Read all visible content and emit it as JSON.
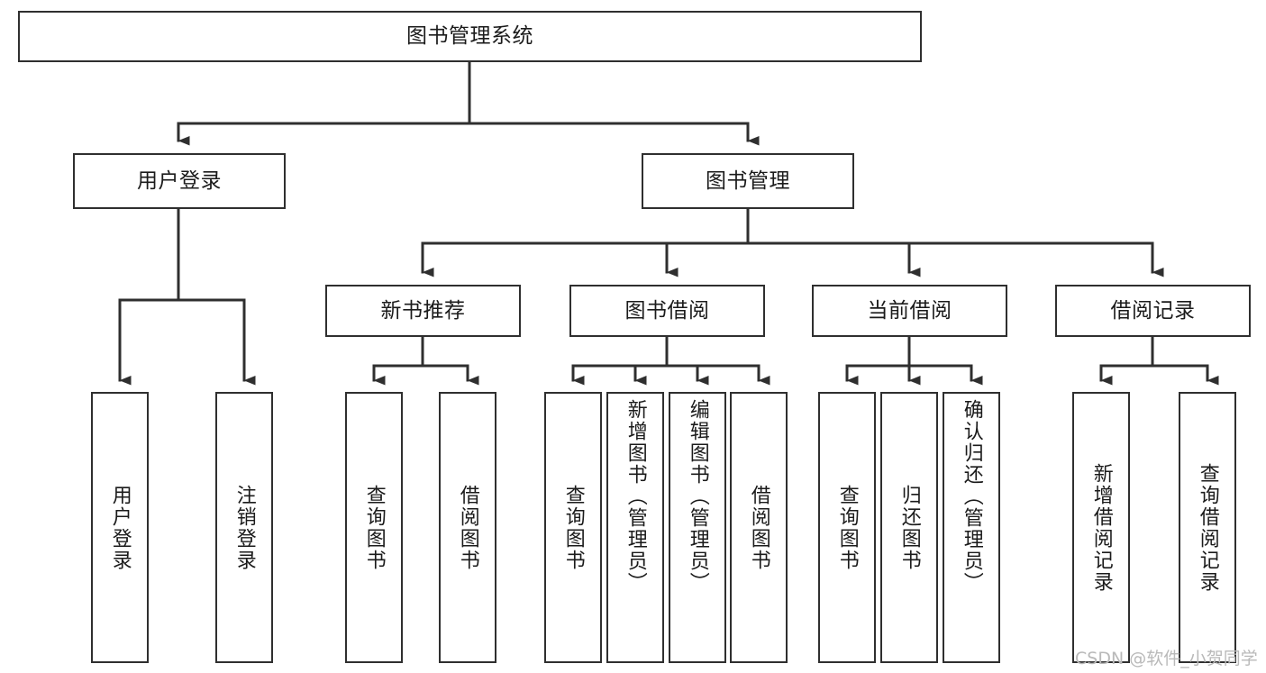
{
  "diagram": {
    "title": "图书管理系统",
    "type": "功能结构图",
    "watermark": "CSDN @软件_小贺同学",
    "colors": {
      "background": "#ffffff",
      "border": "#2f2f2f",
      "text": "#1b1b1b",
      "connector": "#2f2f2f",
      "watermark": "#b9b9b9"
    },
    "levels": {
      "root": {
        "label": "图书管理系统"
      },
      "level2": [
        {
          "id": "user-login",
          "label": "用户登录"
        },
        {
          "id": "book-management",
          "label": "图书管理"
        }
      ],
      "level3": [
        {
          "id": "new-book-recommend",
          "label": "新书推荐",
          "parent": "book-management"
        },
        {
          "id": "book-borrow",
          "label": "图书借阅",
          "parent": "book-management"
        },
        {
          "id": "current-borrow",
          "label": "当前借阅",
          "parent": "book-management"
        },
        {
          "id": "borrow-record",
          "label": "借阅记录",
          "parent": "book-management"
        }
      ],
      "leaves": {
        "user-login": [
          {
            "id": "leaf-user-login",
            "label": "用户登录"
          },
          {
            "id": "leaf-user-logout",
            "label": "注销登录"
          }
        ],
        "new-book-recommend": [
          {
            "id": "leaf-query-book-1",
            "label": "查询图书"
          },
          {
            "id": "leaf-borrow-book-1",
            "label": "借阅图书"
          }
        ],
        "book-borrow": [
          {
            "id": "leaf-query-book-2",
            "label": "查询图书"
          },
          {
            "id": "leaf-add-book",
            "label": "新增图书（管理员）"
          },
          {
            "id": "leaf-edit-book",
            "label": "编辑图书（管理员）"
          },
          {
            "id": "leaf-borrow-book-2",
            "label": "借阅图书"
          }
        ],
        "current-borrow": [
          {
            "id": "leaf-query-book-3",
            "label": "查询图书"
          },
          {
            "id": "leaf-return-book",
            "label": "归还图书"
          },
          {
            "id": "leaf-confirm-return",
            "label": "确认归还（管理员）"
          }
        ],
        "borrow-record": [
          {
            "id": "leaf-add-record",
            "label": "新增借阅记录"
          },
          {
            "id": "leaf-query-record",
            "label": "查询借阅记录"
          }
        ]
      }
    }
  }
}
